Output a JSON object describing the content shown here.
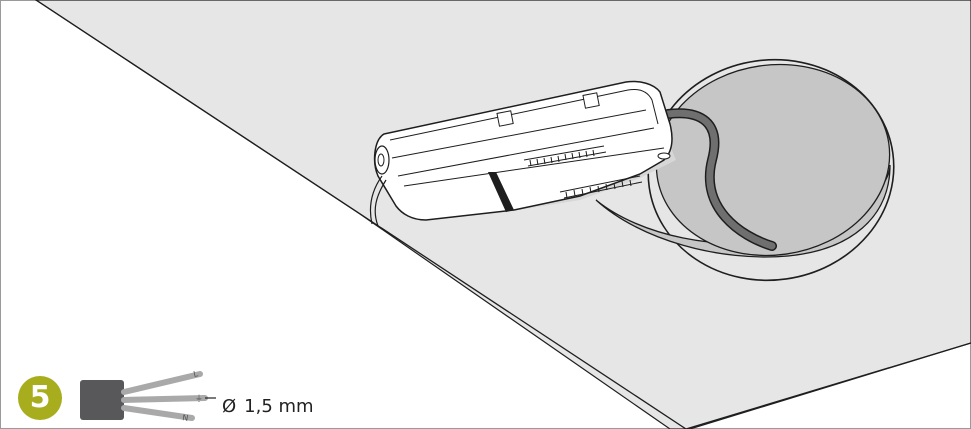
{
  "step": {
    "number": "5",
    "badge_color": "#a8ad1d"
  },
  "cable": {
    "diameter_symbol": "Ø",
    "diameter_value": "1,5 mm",
    "wire_labels": [
      "L",
      "⏚",
      "N"
    ],
    "jacket_color": "#58575a",
    "wire_color": "#a9a9a9"
  },
  "colors": {
    "floor": "#e6e6e6",
    "outline": "#1e1e1e",
    "hole_fill": "#c6c6c6",
    "hole_cable": "#6f6f6f",
    "device_body": "#ffffff",
    "device_shadow": "#d7d7d7"
  }
}
